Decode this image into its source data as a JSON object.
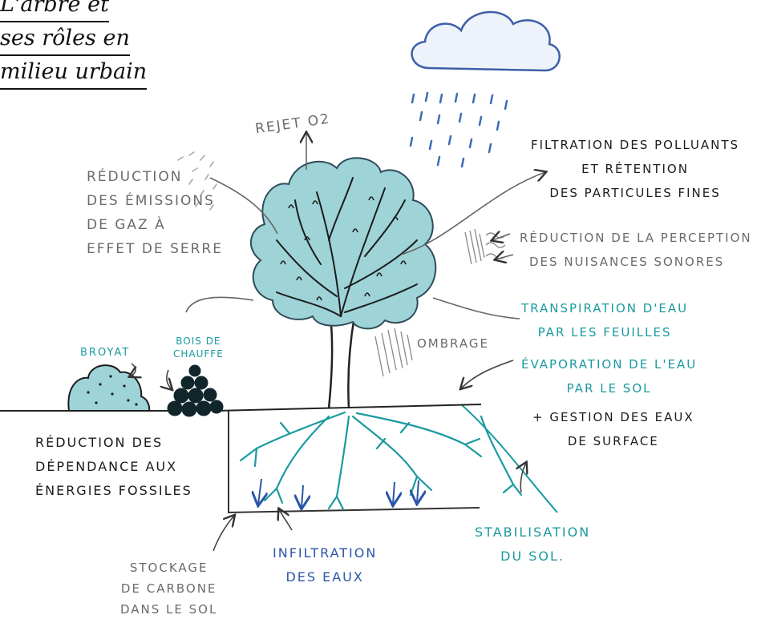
{
  "title": {
    "lines": [
      "L'arbre et",
      "ses rôles en",
      "milieu urbain"
    ]
  },
  "labels": {
    "rejet_o2": [
      "REJET O2"
    ],
    "reduction_emissions": [
      "RÉDUCTION",
      "DES ÉMISSIONS",
      "DE GAZ À",
      "EFFET DE SERRE"
    ],
    "filtration": [
      "FILTRATION DES POLLUANTS",
      "ET RÉTENTION",
      "DES PARTICULES FINES"
    ],
    "reduction_bruit": [
      "RÉDUCTION DE LA PERCEPTION",
      "DES NUISANCES SONORES"
    ],
    "transpiration": [
      "TRANSPIRATION D'EAU",
      "PAR LES FEUILLES"
    ],
    "ombrage": [
      "OMBRAGE"
    ],
    "evaporation": [
      "ÉVAPORATION DE L'EAU",
      "PAR LE SOL"
    ],
    "gestion_eaux": [
      "+ GESTION DES EAUX",
      "DE SURFACE"
    ],
    "broyat": [
      "BROYAT"
    ],
    "bois": [
      "BOIS DE",
      "CHAUFFE"
    ],
    "reduction_dependance": [
      "RÉDUCTION DES",
      "DÉPENDANCE AUX",
      "ÉNERGIES FOSSILES"
    ],
    "stabilisation": [
      "STABILISATION",
      "DU SOL."
    ],
    "infiltration": [
      "INFILTRATION",
      "DES EAUX"
    ],
    "stockage": [
      "STOCKAGE",
      "DE CARBONE",
      "DANS LE SOL"
    ]
  },
  "colors": {
    "foliage": "#9ed3d8",
    "teal": "#1a9aa0",
    "blue": "#2a55a8",
    "gray": "#6b6b6b",
    "ink": "#1c1c1c"
  }
}
